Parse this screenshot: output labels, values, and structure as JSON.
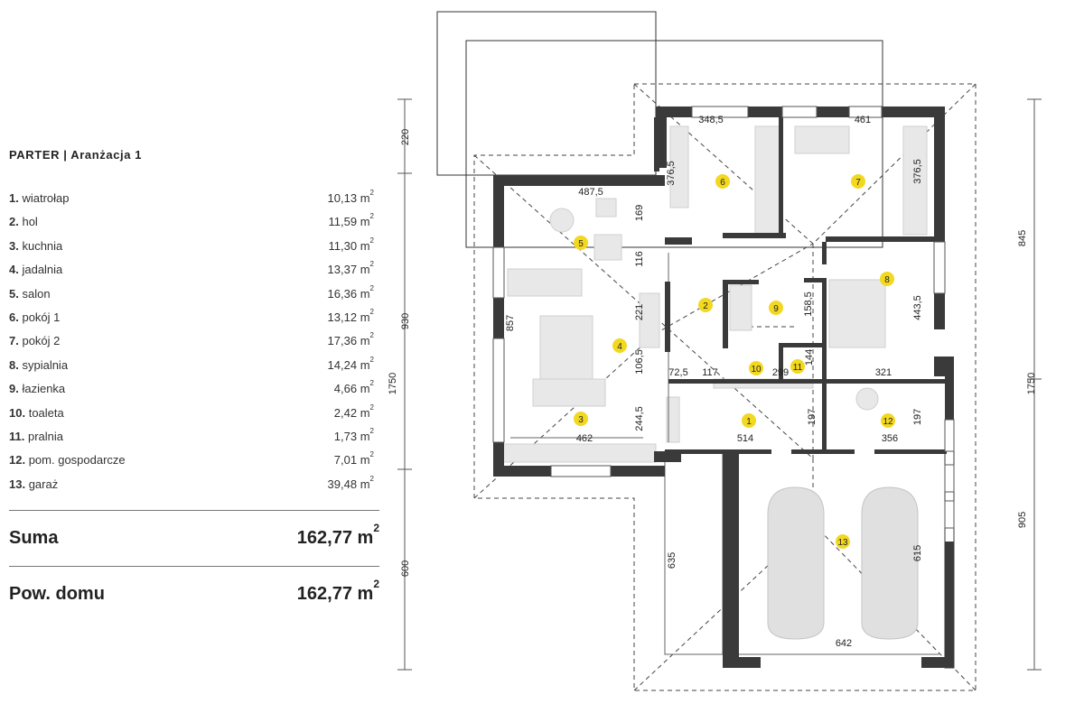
{
  "legend": {
    "title": "PARTER | Aranżacja 1",
    "unit": "m",
    "unit_exp": "2",
    "rooms": [
      {
        "num": "1.",
        "name": "wiatrołap",
        "area": "10,13"
      },
      {
        "num": "2.",
        "name": "hol",
        "area": "11,59"
      },
      {
        "num": "3.",
        "name": "kuchnia",
        "area": "11,30"
      },
      {
        "num": "4.",
        "name": "jadalnia",
        "area": "13,37"
      },
      {
        "num": "5.",
        "name": "salon",
        "area": "16,36"
      },
      {
        "num": "6.",
        "name": "pokój 1",
        "area": "13,12"
      },
      {
        "num": "7.",
        "name": "pokój 2",
        "area": "17,36"
      },
      {
        "num": "8.",
        "name": "sypialnia",
        "area": "14,24"
      },
      {
        "num": "9.",
        "name": "łazienka",
        "area": "4,66"
      },
      {
        "num": "10.",
        "name": "toaleta",
        "area": "2,42"
      },
      {
        "num": "11.",
        "name": "pralnia",
        "area": "1,73"
      },
      {
        "num": "12.",
        "name": "pom. gospodarcze",
        "area": "7,01"
      },
      {
        "num": "13.",
        "name": "garaż",
        "area": "39,48"
      }
    ],
    "sum_label": "Suma",
    "sum_value": "162,77",
    "house_label": "Pow. domu",
    "house_value": "162,77"
  },
  "colors": {
    "wall": "#3a3a3a",
    "badge": "#f2d81f",
    "line": "#555555",
    "furniture": "#cfcfcf"
  },
  "plan": {
    "badges": [
      "1",
      "2",
      "3",
      "4",
      "5",
      "6",
      "7",
      "8",
      "9",
      "10",
      "11",
      "12",
      "13"
    ],
    "dims_left": [
      "220",
      "930",
      "600",
      "1750"
    ],
    "dims_right": [
      "845",
      "905",
      "1750"
    ],
    "dims_inner": [
      "348,5",
      "461",
      "376,5",
      "376,5",
      "487,5",
      "169",
      "116",
      "857",
      "221",
      "106,5",
      "72,5",
      "117",
      "299",
      "144",
      "158,5",
      "443,5",
      "321",
      "244,5",
      "197",
      "197",
      "462",
      "514",
      "356",
      "635",
      "615",
      "642"
    ]
  }
}
